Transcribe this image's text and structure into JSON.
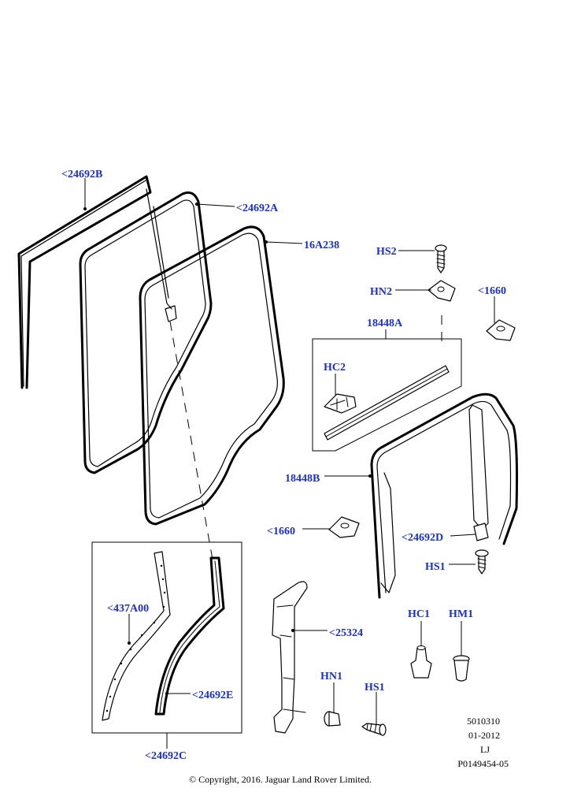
{
  "callouts": {
    "c24692B": "<24692B",
    "c24692A": "<24692A",
    "c16A238": "16A238",
    "cHS2": "HS2",
    "cHN2": "HN2",
    "c1660a": "<1660",
    "c18448A": "18448A",
    "cHC2": "HC2",
    "c18448B": "18448B",
    "c1660b": "<1660",
    "c24692D": "<24692D",
    "cHS1a": "HS1",
    "c437A00": "<437A00",
    "c24692E": "<24692E",
    "c24692C": "<24692C",
    "c25324": "<25324",
    "cHC1": "HC1",
    "cHM1": "HM1",
    "cHN1": "HN1",
    "cHS1b": "HS1"
  },
  "meta": {
    "line1": "5010310",
    "line2": "01-2012",
    "line3": "LJ",
    "line4": "P0149454-05"
  },
  "copyright": "© Copyright, 2016. Jaguar Land Rover Limited."
}
